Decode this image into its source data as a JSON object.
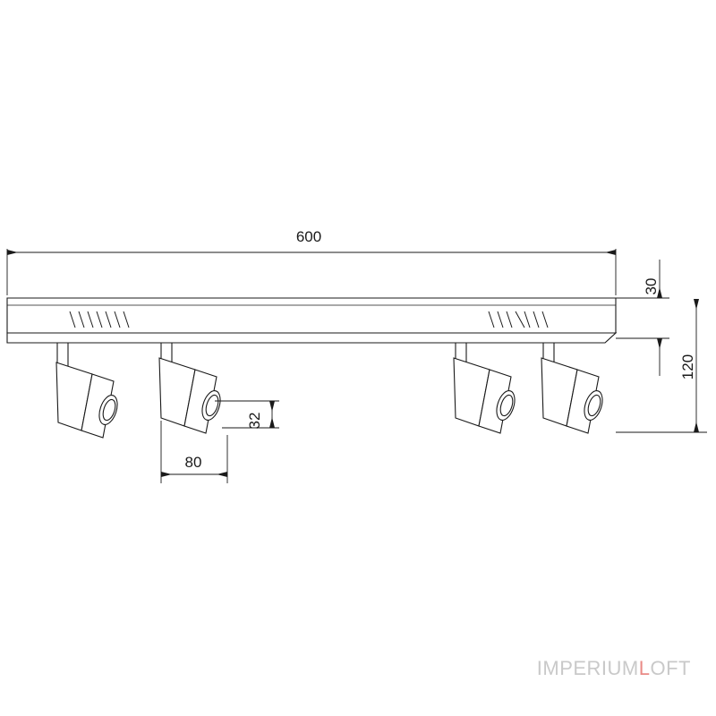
{
  "drawing": {
    "title": "technical-drawing-ceiling-spotlight-bar",
    "dimensions": {
      "length": "600",
      "height_plate": "30",
      "drop": "120",
      "spot_diameter": "32",
      "spot_spacing": "80"
    },
    "units_note": "",
    "line_color": "#1a1a1a",
    "fill_color": "#ffffff"
  },
  "watermark": {
    "part1": "IMPERIUM",
    "part2_accent": "L",
    "part3": "OFT",
    "accent_color": "#e98a86",
    "base_color": "#c9c9c9"
  }
}
